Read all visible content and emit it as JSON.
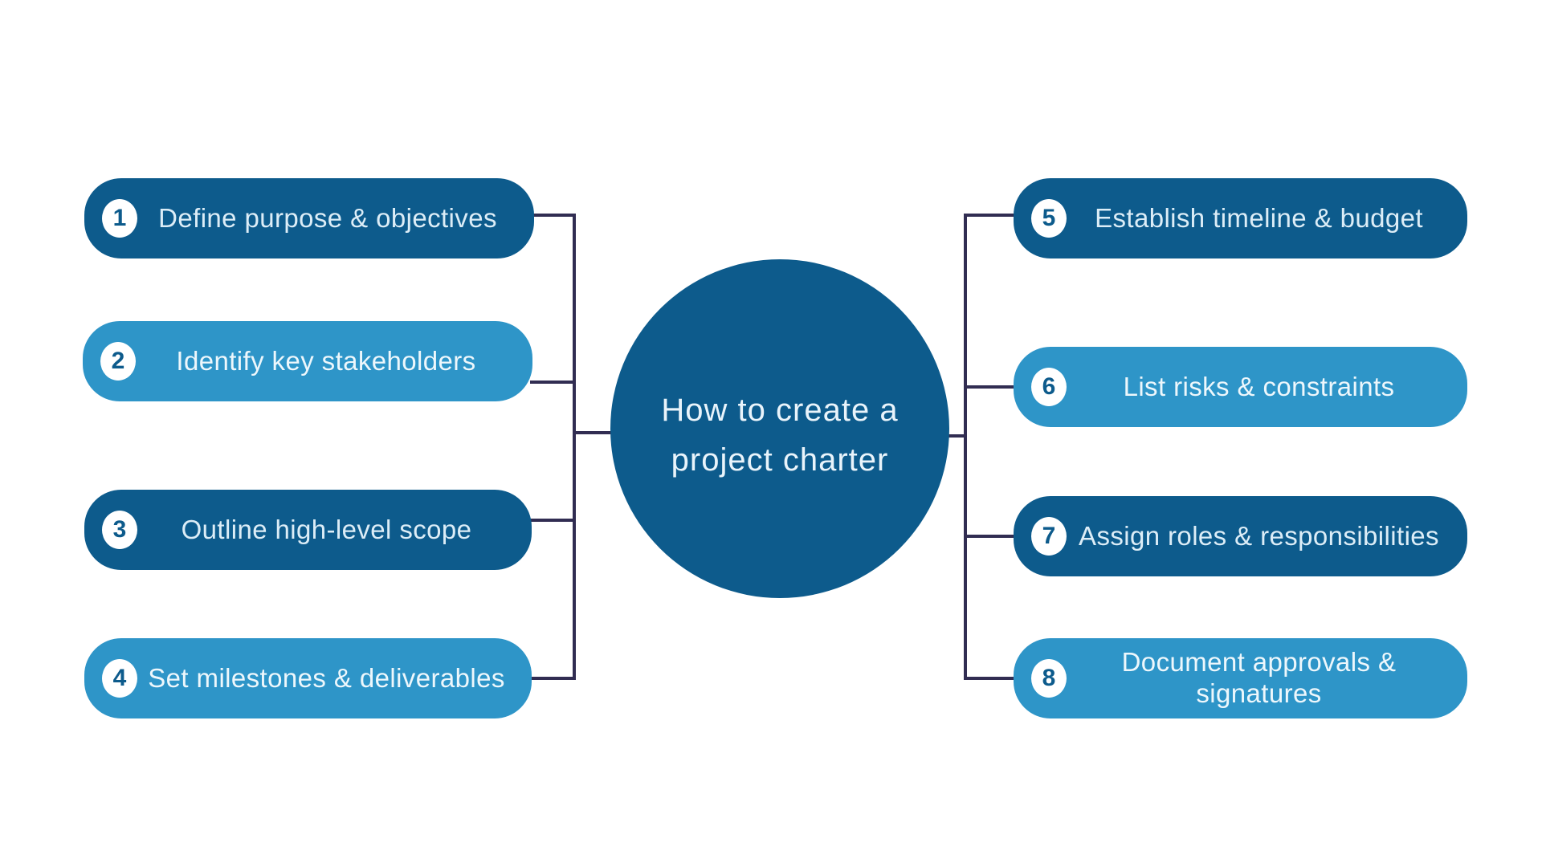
{
  "diagram": {
    "title_line1": "How to create a",
    "title_line2": "project charter"
  },
  "steps": [
    {
      "number": "1",
      "label": "Define purpose & objectives",
      "tone": "dark",
      "side": "left"
    },
    {
      "number": "2",
      "label": "Identify key stakeholders",
      "tone": "light",
      "side": "left"
    },
    {
      "number": "3",
      "label": "Outline high-level scope",
      "tone": "dark",
      "side": "left"
    },
    {
      "number": "4",
      "label": "Set milestones & deliverables",
      "tone": "light",
      "side": "left"
    },
    {
      "number": "5",
      "label": "Establish timeline & budget",
      "tone": "dark",
      "side": "right"
    },
    {
      "number": "6",
      "label": "List risks & constraints",
      "tone": "light",
      "side": "right"
    },
    {
      "number": "7",
      "label": "Assign roles & responsibilities",
      "tone": "dark",
      "side": "right"
    },
    {
      "number": "8",
      "label": "Document approvals & signatures",
      "tone": "light",
      "side": "right"
    }
  ],
  "colors": {
    "background": "#ffffff",
    "dark_blue": "#0d5b8c",
    "light_blue": "#2e95c8",
    "connector": "#312d52",
    "badge_background": "#ffffff",
    "badge_number": "#0d5b8c",
    "text_on_dark": "#dcedf7",
    "text_on_light": "#edf7fc",
    "title_text": "#e9f4fb"
  }
}
